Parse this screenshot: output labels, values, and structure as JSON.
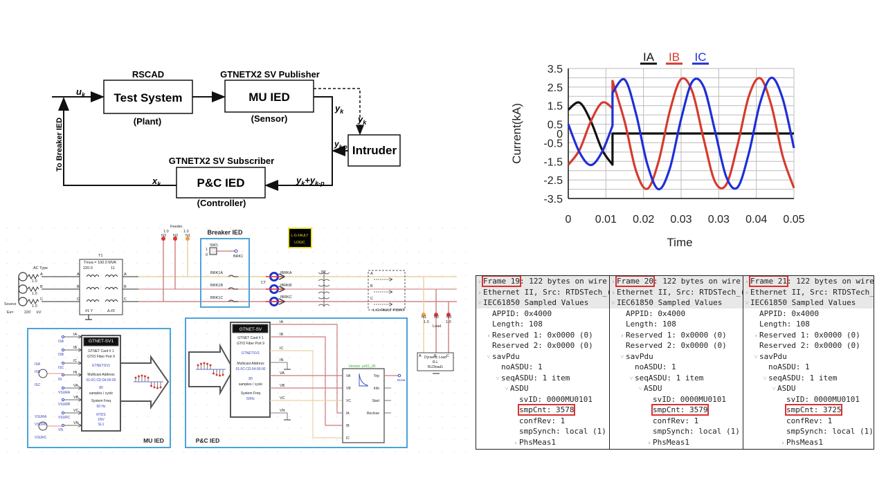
{
  "block_diagram": {
    "rscad": "RSCAD",
    "publisher": "GTNETX2 SV Publisher",
    "subscriber": "GTNETX2 SV Subscriber",
    "test_system": "Test System",
    "plant": "(Plant)",
    "mu_ied": "MU IED",
    "sensor": "(Sensor)",
    "intruder": "Intruder",
    "pc_ied": "P&C IED",
    "controller": "(Controller)",
    "to_breaker": "To Breaker IED",
    "u_k": {
      "base": "u",
      "sub": "k"
    },
    "y_k_out": {
      "base": "y",
      "sub": "k"
    },
    "y_k_dashed": {
      "base": "y",
      "sub": "k"
    },
    "y_kp": {
      "base": "y",
      "sub": "k-p"
    },
    "sum": {
      "base1": "y",
      "sub1": "k",
      "plus": "+",
      "base2": "y",
      "sub2": "k-p"
    },
    "x_k": {
      "base": "x",
      "sub": "k"
    }
  },
  "chart_data": {
    "type": "line",
    "title": "",
    "xlabel": "Time",
    "ylabel": "Current(kA)",
    "xlim": [
      0,
      0.05
    ],
    "ylim": [
      -3.5,
      3.5
    ],
    "xtick_labels": [
      "0",
      "0.01",
      "0.02",
      "0.03",
      "0.03",
      "0.04",
      "0.05"
    ],
    "yticks": [
      3.5,
      2.5,
      1.5,
      0.5,
      0,
      -0.5,
      -1.5,
      -2.5,
      -3.5
    ],
    "grid": true,
    "legend": "top",
    "series": [
      {
        "name": "IA",
        "color": "#111111",
        "x": [
          0,
          0.0025,
          0.005,
          0.0075,
          0.0098,
          0.0098,
          0.05
        ],
        "y": [
          1.28,
          1.66,
          0.66,
          -0.88,
          -1.68,
          0,
          0
        ]
      },
      {
        "name": "IB",
        "color": "#d63a2f",
        "x": [
          0,
          0.0025,
          0.005,
          0.0075,
          0.0098,
          0.0098,
          0.0125,
          0.015,
          0.0175,
          0.02,
          0.0225,
          0.025,
          0.0275,
          0.03,
          0.0325,
          0.035,
          0.0375,
          0.04,
          0.0425,
          0.045,
          0.0475,
          0.05
        ],
        "y": [
          -1.69,
          -0.88,
          0.66,
          1.66,
          1.36,
          2.83,
          0.63,
          -2.0,
          -2.98,
          -1.51,
          1.21,
          2.93,
          2.24,
          -0.3,
          -2.59,
          -2.75,
          -0.63,
          2.0,
          2.98,
          1.51,
          -1.21,
          -2.93
        ]
      },
      {
        "name": "IC",
        "color": "#1f2fd6",
        "x": [
          0,
          0.0025,
          0.005,
          0.0075,
          0.0098,
          0.0098,
          0.0125,
          0.015,
          0.0175,
          0.02,
          0.0225,
          0.025,
          0.0275,
          0.03,
          0.0325,
          0.035,
          0.0375,
          0.04,
          0.0425,
          0.045,
          0.0475,
          0.05
        ],
        "y": [
          0.5,
          -1.02,
          -1.7,
          -0.98,
          0.42,
          2.19,
          2.9,
          1.07,
          -1.64,
          -3.0,
          -1.88,
          0.78,
          2.8,
          2.51,
          0.15,
          -2.33,
          -2.9,
          -1.07,
          1.64,
          3.0,
          1.88,
          -0.78
        ]
      }
    ]
  },
  "packets": [
    {
      "frame": "Frame 19",
      "frame_rest": ": 122 bytes on wire",
      "ethernet": "Ethernet II, Src: RTDSTech_(",
      "protocol": "IEC61850 Sampled Values",
      "appid": "APPID: 0x4000",
      "length": "Length: 108",
      "reserved1": "Reserved 1: 0x0000 (0)",
      "reserved2": "Reserved 2: 0x0000 (0)",
      "savpdu": "savPdu",
      "noasdu": "noASDU: 1",
      "seqasdu": "seqASDU: 1 item",
      "asdu": "ASDU",
      "svid": "svID: 0000MU0101",
      "smpcnt": "smpCnt: 3578",
      "confrev": "confRev: 1",
      "smpsynch": "smpSynch: local (1)",
      "phsmeas": "PhsMeas1"
    },
    {
      "frame": "Frame 20",
      "frame_rest": ": 122 bytes on wire",
      "ethernet": "Ethernet II, Src: RTDSTech_(",
      "protocol": "IEC61850 Sampled Values",
      "appid": "APPID: 0x4000",
      "length": "Length: 108",
      "reserved1": "Reserved 1: 0x0000 (0)",
      "reserved2": "Reserved 2: 0x0000 (0)",
      "savpdu": "savPdu",
      "noasdu": "noASDU: 1",
      "seqasdu": "seqASDU: 1 item",
      "asdu": "ASDU",
      "svid": "svID: 0000MU0101",
      "smpcnt": "smpCnt: 3579",
      "confrev": "confRev: 1",
      "smpsynch": "smpSynch: local (1)",
      "phsmeas": "PhsMeas1"
    },
    {
      "frame": "Frame 21",
      "frame_rest": ": 122 bytes on wire",
      "ethernet": "Ethernet II, Src: RTDSTech_(",
      "protocol": "IEC61850 Sampled Values",
      "appid": "APPID: 0x4000",
      "length": "Length: 108",
      "reserved1": "Reserved 1: 0x0000 (0)",
      "reserved2": "Reserved 2: 0x0000 (0)",
      "savpdu": "savPdu",
      "noasdu": "noASDU: 1",
      "seqasdu": "seqASDU: 1 item",
      "asdu": "ASDU",
      "svid": "svID: 0000MU0101",
      "smpcnt": "smpCnt: 3725",
      "confrev": "confRev: 1",
      "smpsynch": "smpSynch: local (1)",
      "phsmeas": "PhsMeas1"
    }
  ],
  "schematic": {
    "ac_type": "AC Type",
    "r1": "1.0",
    "r2": "1.0",
    "r3": "1.0",
    "src_a": "A",
    "src_b": "B",
    "src_c": "C",
    "source": "Source",
    "es": "Es=",
    "es_val": "220",
    "kv": "kV",
    "t1": "T1",
    "tmva": "Tmva = 100.0 MVA",
    "v1": "220.0",
    "v2": "11",
    "w1": "#1  Y",
    "w2": "Δ  #2",
    "ta": "A",
    "tb": "B",
    "tc": "C",
    "ta2": "A",
    "tb2": "B",
    "tc2": "C",
    "feeder": "Feeder",
    "f1": "1.0",
    "f2": "1.0",
    "fn3": "N3",
    "fn2": "N2",
    "fn1": "N1",
    "breaker_ied": "Breaker IED",
    "sw1": "SW1",
    "sw_1": "1",
    "sw_0": "0",
    "brk1": "BRK1",
    "brk1a": "BRK1A",
    "brk1b": "BRK1B",
    "brk1c": "BRK1C",
    "ct": "CT",
    "ibrka": "IBRKA",
    "ibrkb": "IBRKB",
    "ibrkc": "IBRKC",
    "pt": "PT",
    "lg_logic_1": "L-G FAULT",
    "lg_logic_2": "LOGIC",
    "fa": "A",
    "fb": "B",
    "fc": "C",
    "lg_point": "L-G FAULT POINT",
    "ln1": "N1",
    "ln2": "N2",
    "ln3": "N3",
    "l1": "1.0",
    "lload": "Load",
    "l3": "1.0",
    "la": "A",
    "lb": "B",
    "lc": "C",
    "dyn1": "Dynamic Load",
    "dyn2": "R-L",
    "dyn3": "RLDload1"
  },
  "mu_ied": {
    "title": "MU IED",
    "block_title": "GTNET-SV1",
    "card": "GTNET Card # 1",
    "port": "GTIO Fiber Port 9",
    "name": "GTNETSV1",
    "mcast_label": "Multicast Address",
    "mcast": "01:0C:CD:04:00:00",
    "samples": "80",
    "samples_label": "samples / cycle",
    "freq_label": "System Freq",
    "freq": "50 Hz",
    "rtds1": "RTDS",
    "rtds2": "1NV",
    "rtds3": "SL1",
    "pins": [
      "IA",
      "IB",
      "IC",
      "IN",
      "VA",
      "VB",
      "VC",
      "VN"
    ],
    "inner": [
      "ISA",
      "ISB",
      "ISC",
      "IN",
      "VSURA",
      "VSURB",
      "VSURC",
      "VN"
    ],
    "left_i": [
      "ISA",
      "ISB",
      "ISC"
    ],
    "left_v": [
      "VSURA",
      "VSURB",
      "VSURC"
    ]
  },
  "pc_ied": {
    "title": "P&C IED",
    "block_title": "GTNET-SV",
    "card": "GTNET Card # 1",
    "port": "GTIO Fiber Port 9",
    "name": "GTNETSV1",
    "mcast_label": "Multicast Address",
    "mcast": "01:0C:CD:04:00:00",
    "samples": "80",
    "samples_label": "samples / cycle",
    "freq_label": "System Freq",
    "freq": "50Hz",
    "outputs": [
      "IA",
      "IB",
      "IC",
      "IN",
      "VA",
      "VB",
      "VC",
      "VN"
    ],
    "relay_version": "Version: pn51_00",
    "relay_inputs": [
      "VA",
      "VB",
      "VC",
      "IA",
      "IB",
      "IC"
    ],
    "relay_outputs": [
      "Trip",
      "Info",
      "Start",
      "Reclose"
    ],
    "break": "Break"
  }
}
